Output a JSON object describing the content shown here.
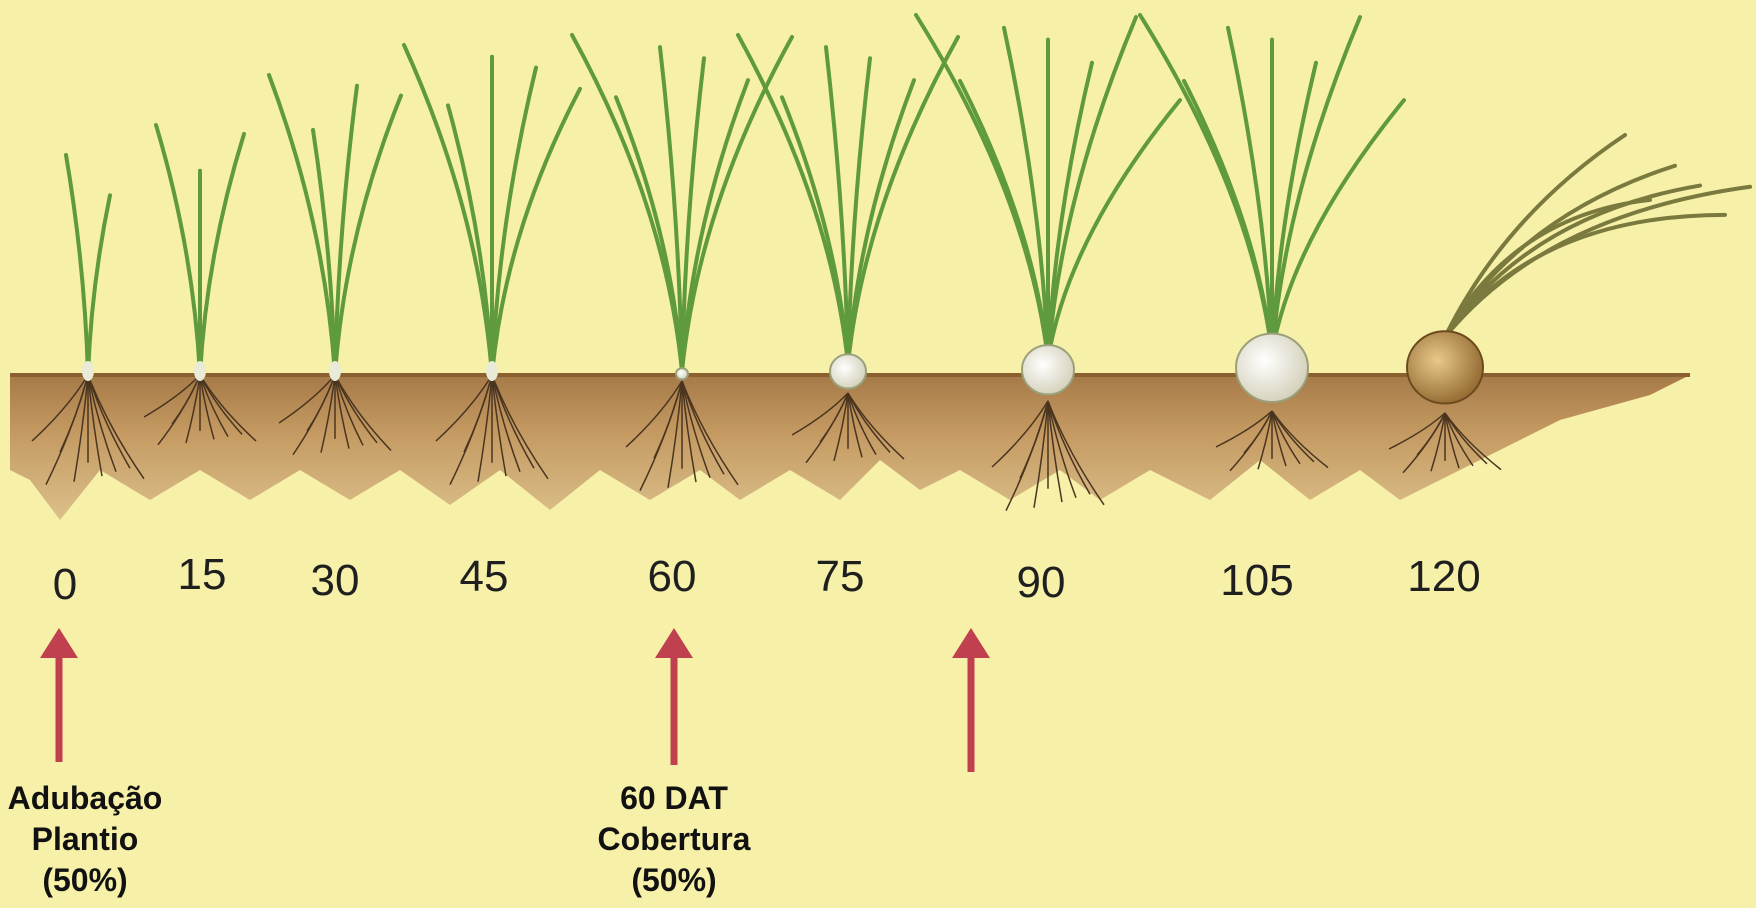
{
  "days": [
    "0",
    "15",
    "30",
    "45",
    "60",
    "75",
    "90",
    "105",
    "120"
  ],
  "annotations": [
    {
      "lines": [
        "Adubação",
        "Plantio",
        "(50%)"
      ]
    },
    {
      "lines": [
        "60 DAT",
        "Cobertura",
        "(50%)"
      ]
    },
    {
      "lines": []
    }
  ],
  "colors": {
    "background": "#f6f0a8",
    "soil": "#c49a62",
    "leaf": "#5f9a3e",
    "arrow": "#c0404f",
    "bulb": "#e8e6d6",
    "bulb_mature": "#b58a4a"
  }
}
